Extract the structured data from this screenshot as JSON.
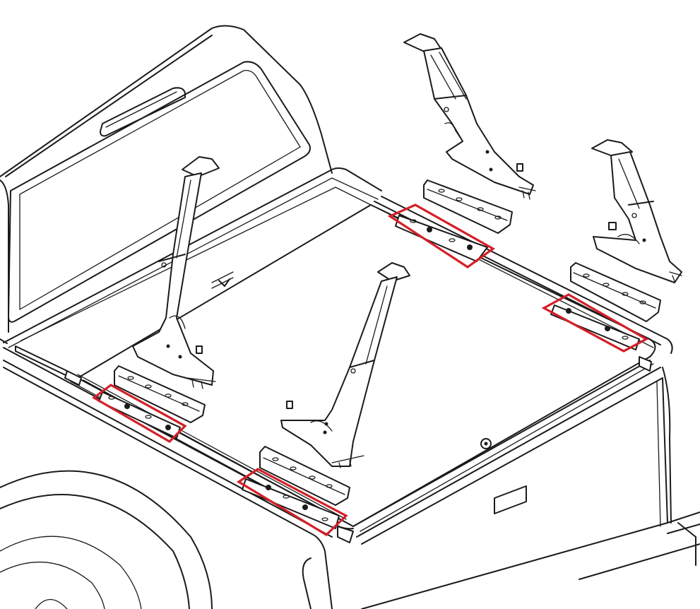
{
  "figure": {
    "brand_label": "",
    "highlight_color": "#d41f27",
    "line_color": "#1a1a1a",
    "background": "#ffffff"
  },
  "parts": {
    "uprights": 4,
    "base_plates": 4,
    "highlighted_rail_mounts": 4
  }
}
